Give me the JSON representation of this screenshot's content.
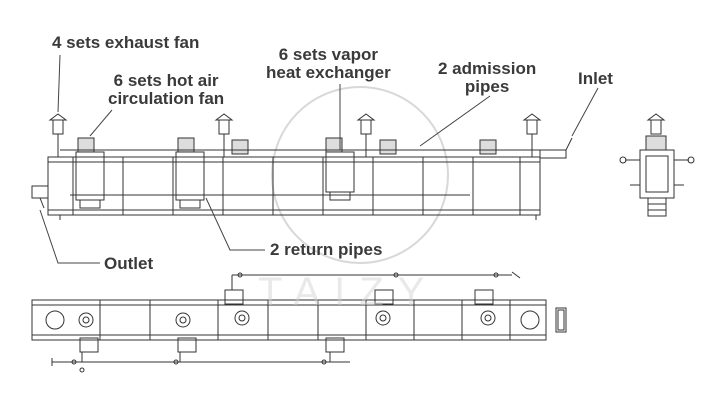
{
  "labels": {
    "exhaust_fan": "4 sets exhaust fan",
    "hot_air_fan_line1": "6 sets hot air",
    "hot_air_fan_line2": "circulation fan",
    "vapor_hx_line1": "6 sets vapor",
    "vapor_hx_line2": "heat exchanger",
    "admission_line1": "2 admission",
    "admission_line2": "pipes",
    "inlet": "Inlet",
    "return_pipes": "2 return pipes",
    "outlet": "Outlet"
  },
  "watermark": "TAIZY",
  "colors": {
    "line": "#333333",
    "text": "#3a3a3a"
  }
}
